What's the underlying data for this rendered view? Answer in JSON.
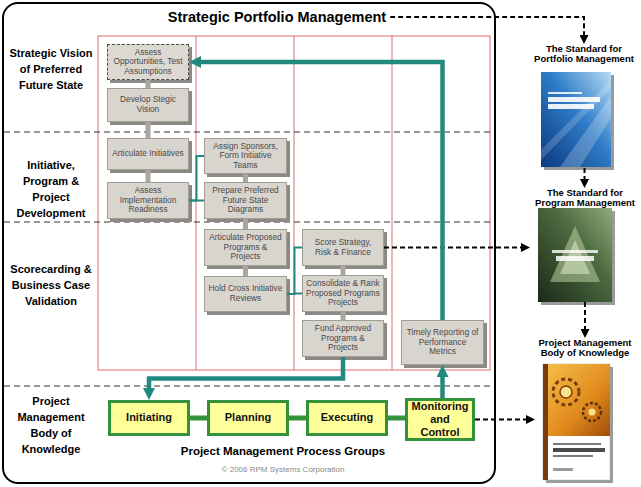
{
  "diagram": {
    "nodes": [
      {
        "text": [
          "Strategic Portfolio Management"
        ]
      },
      {
        "text": [
          "Assess Opportunities, Test Assumptions"
        ],
        "in": 0
      },
      {
        "text": [
          "Develop Stegic Vision"
        ],
        "in": 0
      },
      {
        "text": [
          "Articulate Initiatives"
        ],
        "in": 0
      },
      {
        "text": [
          "Assign Sponsors, Form Initiative Teams"
        ],
        "in": 0
      },
      {
        "text": [
          "Assess Implementation Readiness"
        ],
        "in": 0
      },
      {
        "text": [
          "Prepare Preferred Future State Diagrams"
        ],
        "in": 0
      },
      {
        "text": [
          "Articulate Proposed Programs & Projects"
        ],
        "in": 0
      },
      {
        "text": [
          "Score Strategy, Risk & Finance"
        ],
        "in": 0
      },
      {
        "text": [
          "Hold Cross Initiative Reviews"
        ],
        "in": 0
      },
      {
        "text": [
          "Consolidate & Rank Proposed Programs Projects"
        ],
        "in": 0
      },
      {
        "text": [
          "Fund Approved Programs & Projects"
        ],
        "in": 0
      },
      {
        "text": [
          "Timely Reporting of Performance Metrics"
        ],
        "in": 0
      },
      {
        "text": [
          "Initiating"
        ],
        "in": 0
      },
      {
        "text": [
          "Planning"
        ],
        "in": 0
      },
      {
        "text": [
          "Executing"
        ],
        "in": 0
      },
      {
        "text": [
          "Monitoring and Control"
        ],
        "in": 0
      },
      {
        "text": [
          "The Standard for Portfolio Management"
        ]
      },
      {
        "text": [
          "The Standard for Program Management"
        ]
      },
      {
        "text": [
          "Project Management Body of Knowledge"
        ]
      }
    ],
    "edges": [
      {
        "from": 0,
        "to": 17,
        "arrow": "to"
      },
      {
        "from": 17,
        "to": 18,
        "arrow": "to"
      },
      {
        "from": 18,
        "to": 19,
        "arrow": "to"
      },
      {
        "from": 8,
        "to": 18,
        "arrow": "to"
      },
      {
        "from": 16,
        "to": 19,
        "arrow": "to"
      },
      {
        "from": 1,
        "to": 2,
        "arrow": "none"
      },
      {
        "from": 2,
        "to": 3,
        "arrow": "none"
      },
      {
        "from": 3,
        "to": 5,
        "arrow": "none"
      },
      {
        "from": 5,
        "to": 4,
        "arrow": "none"
      },
      {
        "from": 5,
        "to": 6,
        "arrow": "none"
      },
      {
        "from": 4,
        "to": 6,
        "arrow": "none"
      },
      {
        "from": 6,
        "to": 7,
        "arrow": "none"
      },
      {
        "from": 7,
        "to": 9,
        "arrow": "none"
      },
      {
        "from": 9,
        "to": 8,
        "arrow": "none"
      },
      {
        "from": 9,
        "to": 10,
        "arrow": "none"
      },
      {
        "from": 8,
        "to": 10,
        "arrow": "none"
      },
      {
        "from": 10,
        "to": 11,
        "arrow": "none"
      },
      {
        "from": 11,
        "to": 13,
        "arrow": "to"
      },
      {
        "from": 13,
        "to": 14,
        "arrow": "none"
      },
      {
        "from": 14,
        "to": 15,
        "arrow": "none"
      },
      {
        "from": 15,
        "to": 16,
        "arrow": "none"
      },
      {
        "from": 16,
        "to": 12,
        "arrow": "to"
      },
      {
        "from": 12,
        "to": 1,
        "arrow": "to"
      }
    ],
    "labels": [
      "Strategic Vision of Preferred Future State",
      "Initiative, Program & Project Development",
      "Scorecarding & Business Case Validation",
      "Project Management Body of Knowledge",
      "Project Management Process Groups",
      "© 2006 RPM Systems Corporation"
    ]
  }
}
